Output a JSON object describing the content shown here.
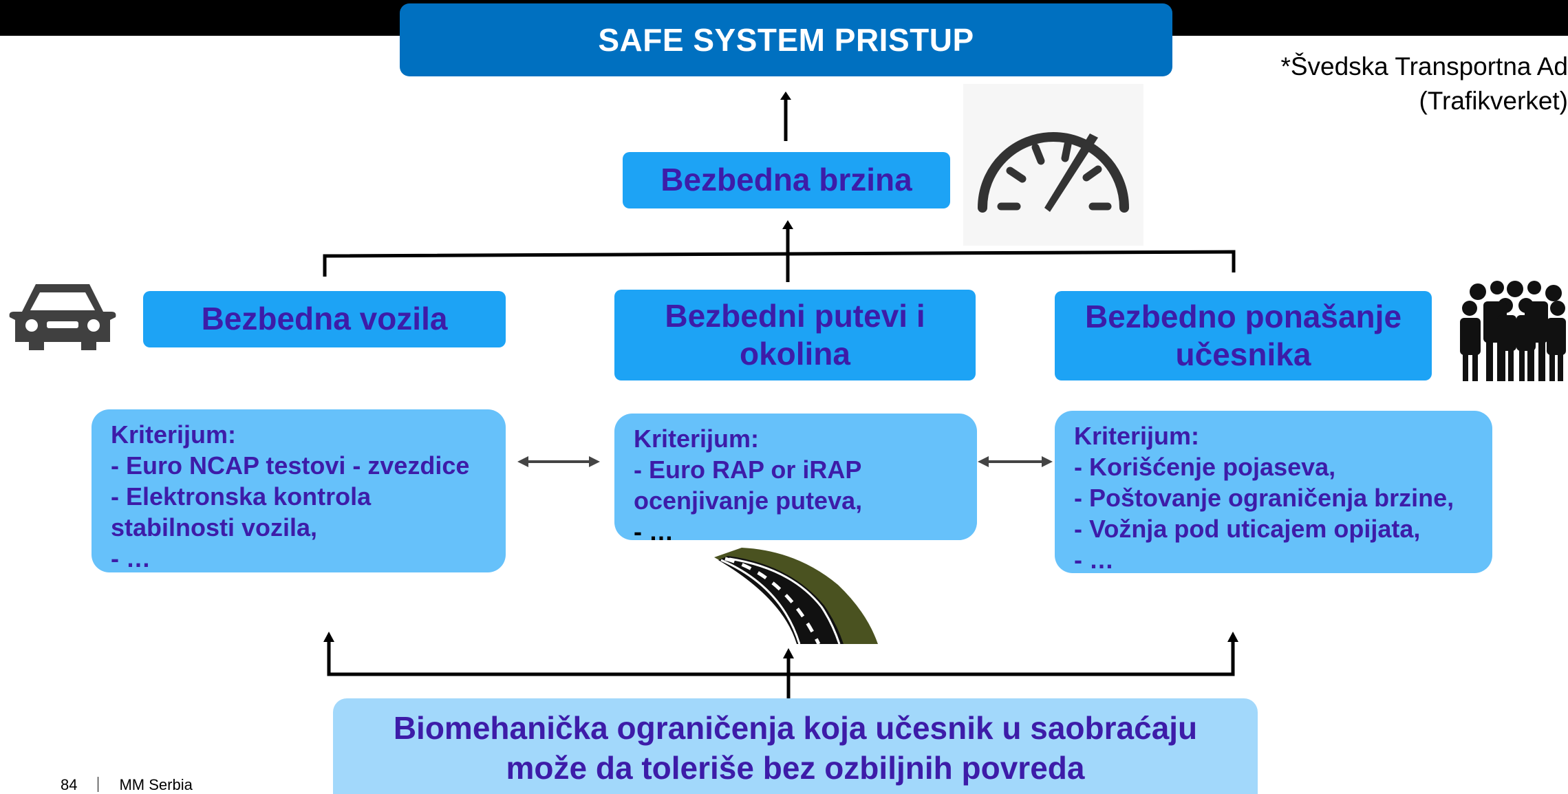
{
  "header": {
    "title": "SAFE SYSTEM PRISTUP"
  },
  "source_note": {
    "line1": "*Švedska Transportna Ad",
    "line2": "(Trafikverket)"
  },
  "pillars": {
    "speed": "Bezbedna brzina",
    "vehicles": "Bezbedna vozila",
    "roads_line1": "Bezbedni putevi i",
    "roads_line2": "okolina",
    "behavior_line1": "Bezbedno ponašanje",
    "behavior_line2": "učesnika"
  },
  "criteria": {
    "vehicles": [
      "Kriterijum:",
      "- Euro NCAP testovi - zvezdice",
      "- Elektronska kontrola",
      "stabilnosti vozila,",
      "- …"
    ],
    "roads": [
      "Kriterijum:",
      "- Euro RAP or iRAP",
      "ocenjivanje puteva,",
      "- …"
    ],
    "behavior": [
      "Kriterijum:",
      "- Korišćenje pojaseva,",
      "- Poštovanje ograničenja brzine,",
      "- Vožnja pod uticajem opijata,",
      "- …"
    ]
  },
  "foundation": {
    "line1": "Biomehanička ograničenja koja učesnik u saobraćaju",
    "line2": "može da toleriše bez ozbiljnih povreda"
  },
  "footer": {
    "page_number": "84",
    "company": "MM Serbia"
  },
  "icons": [
    "speedometer-icon",
    "car-icon",
    "people-group-icon",
    "road-icon"
  ],
  "colors": {
    "title_bg": "#0070c0",
    "pillar_bg": "#1da3f5",
    "criteria_bg": "#66c1fa",
    "foundation_bg": "#a2d8fb",
    "text_purple": "#3d1ca8"
  }
}
